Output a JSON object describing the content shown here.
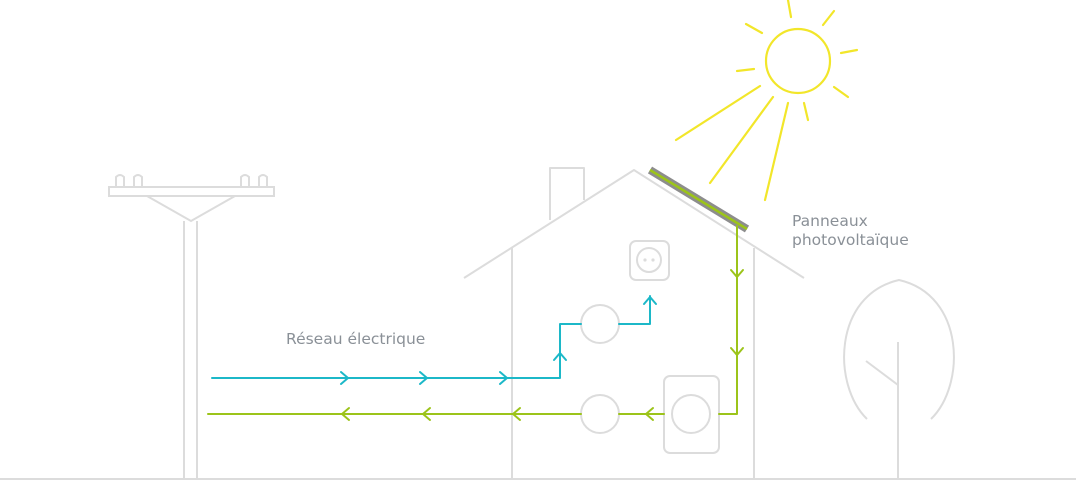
{
  "labels": {
    "grid": "Réseau électrique",
    "panels_line1": "Panneaux",
    "panels_line2": "photovoltaïque"
  },
  "colors": {
    "outline": "#dcdcdc",
    "import_flow": "#1cb8c8",
    "export_flow": "#9cc41a",
    "sun": "#f2e62a",
    "panel_frame": "#8d8d8d",
    "panel_cell": "#9cc41a",
    "label_text": "#8a9097"
  },
  "icons": [
    "sun-icon",
    "solar-panel-icon",
    "power-socket-icon",
    "meter-icon",
    "inverter-icon",
    "utility-pole-icon",
    "tree-icon",
    "house-icon"
  ]
}
